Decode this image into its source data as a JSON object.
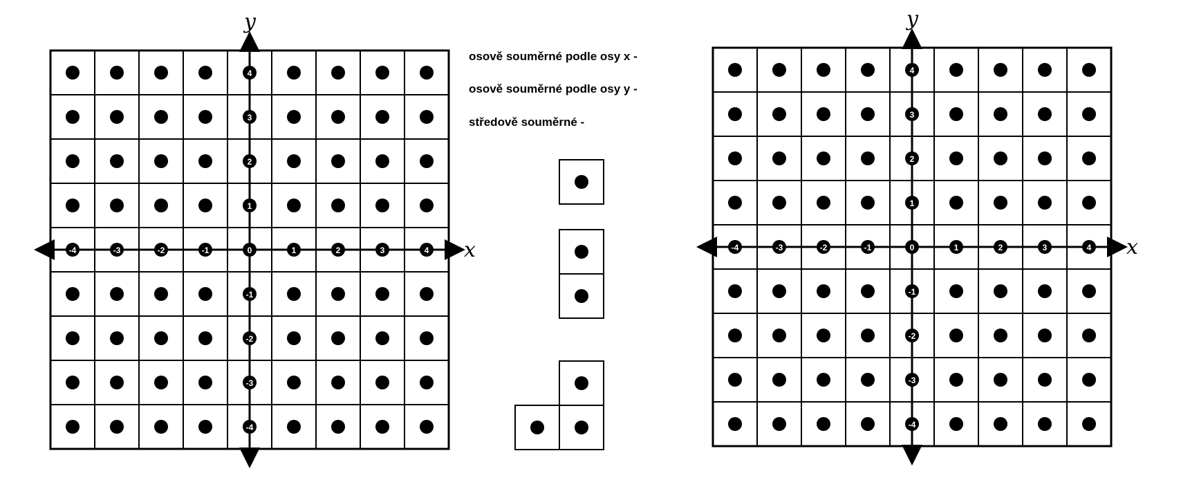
{
  "colors": {
    "ink": "#000000",
    "paper": "#ffffff"
  },
  "grids": [
    {
      "id": "left-grid",
      "x_label": "x",
      "y_label": "y",
      "x_ticks": [
        "-4",
        "-3",
        "-2",
        "-1",
        "0",
        "1",
        "2",
        "3",
        "4"
      ],
      "y_ticks": [
        "4",
        "3",
        "2",
        "1",
        "0",
        "-1",
        "-2",
        "-3",
        "-4"
      ]
    },
    {
      "id": "right-grid",
      "x_label": "x",
      "y_label": "y",
      "x_ticks": [
        "-4",
        "-3",
        "-2",
        "-1",
        "0",
        "1",
        "2",
        "3",
        "4"
      ],
      "y_ticks": [
        "4",
        "3",
        "2",
        "1",
        "0",
        "-1",
        "-2",
        "-3",
        "-4"
      ]
    }
  ],
  "captions": [
    "osově souměrné podle osy x -",
    "osově souměrné podle osy y -",
    "středově souměrné -"
  ],
  "pieces": [
    {
      "name": "single-square",
      "cells": 1
    },
    {
      "name": "vertical-domino",
      "cells": 2
    },
    {
      "name": "l-tromino",
      "cells": 3
    }
  ]
}
